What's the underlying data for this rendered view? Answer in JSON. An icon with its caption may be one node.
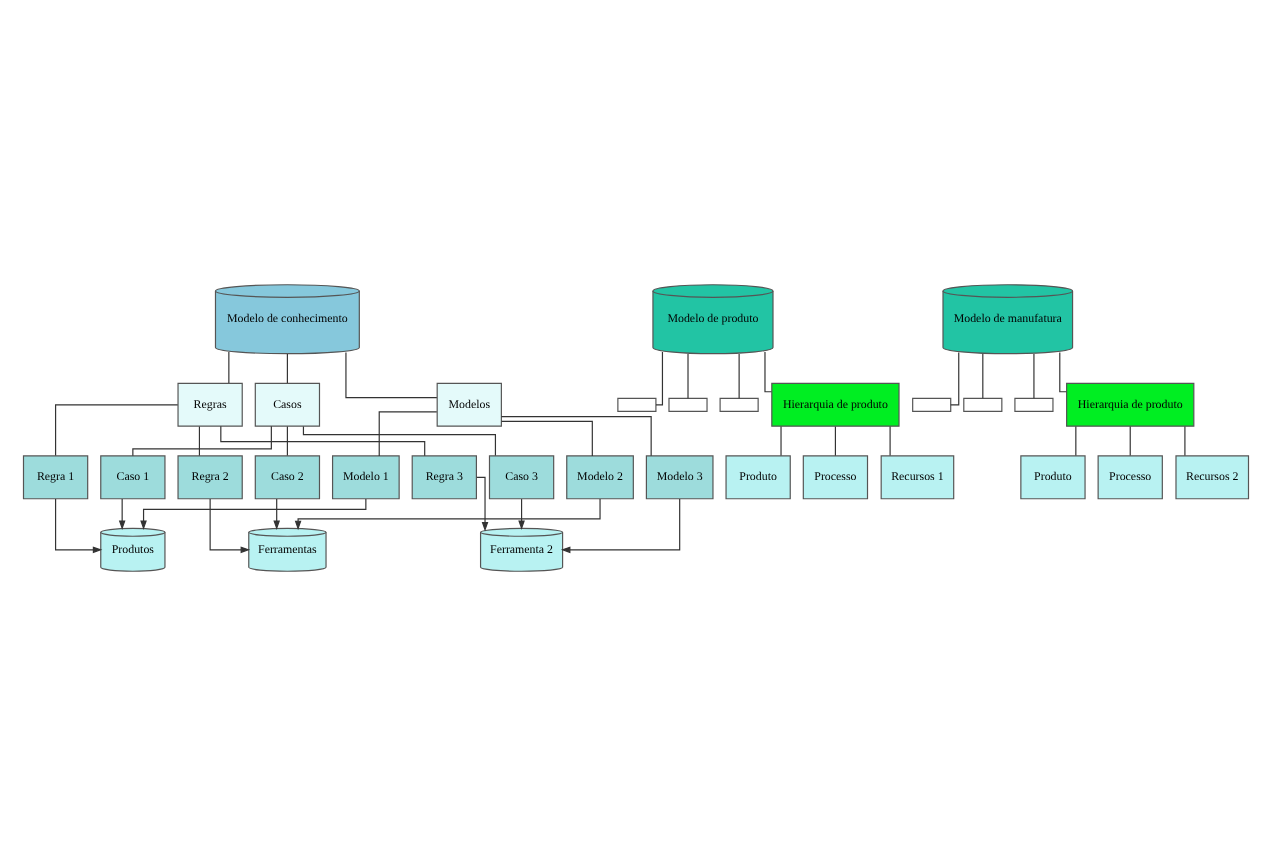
{
  "diagram": {
    "nodes": [
      {
        "text": [
          "Modelo de conhecimento"
        ]
      },
      {
        "text": [
          "Regras"
        ]
      },
      {
        "text": [
          "Casos"
        ]
      },
      {
        "text": [
          "Modelos"
        ]
      },
      {
        "text": [
          "Regra 1"
        ]
      },
      {
        "text": [
          "Regra 2"
        ]
      },
      {
        "text": [
          "Regra 3"
        ]
      },
      {
        "text": [
          "Caso 1"
        ]
      },
      {
        "text": [
          "Caso 2"
        ]
      },
      {
        "text": [
          "Caso 3"
        ]
      },
      {
        "text": [
          "Modelo 1"
        ]
      },
      {
        "text": [
          "Modelo 2"
        ]
      },
      {
        "text": [
          "Modelo 3"
        ]
      },
      {
        "text": [
          "Produtos"
        ]
      },
      {
        "text": [
          "Ferramentas"
        ]
      },
      {
        "text": [
          "Ferramenta 2"
        ]
      },
      {
        "text": [
          "Modelo de produto"
        ]
      },
      {
        "text": [
          "Hierarquia de produto"
        ]
      },
      {
        "text": [
          "Produto"
        ]
      },
      {
        "text": [
          "Processo"
        ]
      },
      {
        "text": [
          "Recursos 1"
        ]
      },
      {
        "text": [
          "Modelo de manufatura"
        ]
      },
      {
        "text": [
          "Hierarquia de produto"
        ]
      },
      {
        "text": [
          "Produto"
        ]
      },
      {
        "text": [
          "Processo"
        ]
      },
      {
        "text": [
          "Recursos 2"
        ]
      },
      {
        "text": [],
        "shape": "box"
      },
      {
        "text": [],
        "shape": "box"
      },
      {
        "text": [],
        "shape": "box"
      },
      {
        "text": [],
        "shape": "box"
      },
      {
        "text": [],
        "shape": "box"
      },
      {
        "text": [],
        "shape": "box"
      }
    ],
    "edges": [
      {
        "from": 0,
        "to": 1,
        "arrow": "none"
      },
      {
        "from": 0,
        "to": 2,
        "arrow": "none"
      },
      {
        "from": 0,
        "to": 3,
        "arrow": "none"
      },
      {
        "from": 1,
        "to": 4,
        "arrow": "none"
      },
      {
        "from": 1,
        "to": 5,
        "arrow": "none"
      },
      {
        "from": 1,
        "to": 6,
        "arrow": "none"
      },
      {
        "from": 2,
        "to": 7,
        "arrow": "none"
      },
      {
        "from": 2,
        "to": 8,
        "arrow": "none"
      },
      {
        "from": 2,
        "to": 9,
        "arrow": "none"
      },
      {
        "from": 3,
        "to": 10,
        "arrow": "none"
      },
      {
        "from": 3,
        "to": 11,
        "arrow": "none"
      },
      {
        "from": 3,
        "to": 12,
        "arrow": "none"
      },
      {
        "from": 4,
        "to": 13,
        "arrow": "to"
      },
      {
        "from": 5,
        "to": 14,
        "arrow": "to"
      },
      {
        "from": 6,
        "to": 15,
        "arrow": "to"
      },
      {
        "from": 7,
        "to": 13,
        "arrow": "to"
      },
      {
        "from": 8,
        "to": 14,
        "arrow": "to"
      },
      {
        "from": 9,
        "to": 15,
        "arrow": "to"
      },
      {
        "from": 10,
        "to": 13,
        "arrow": "to"
      },
      {
        "from": 11,
        "to": 14,
        "arrow": "to"
      },
      {
        "from": 12,
        "to": 15,
        "arrow": "to"
      },
      {
        "from": 16,
        "to": 26,
        "arrow": "none"
      },
      {
        "from": 16,
        "to": 27,
        "arrow": "none"
      },
      {
        "from": 16,
        "to": 28,
        "arrow": "none"
      },
      {
        "from": 16,
        "to": 17,
        "arrow": "none"
      },
      {
        "from": 17,
        "to": 18,
        "arrow": "none"
      },
      {
        "from": 17,
        "to": 19,
        "arrow": "none"
      },
      {
        "from": 17,
        "to": 20,
        "arrow": "none"
      },
      {
        "from": 21,
        "to": 29,
        "arrow": "none"
      },
      {
        "from": 21,
        "to": 30,
        "arrow": "none"
      },
      {
        "from": 21,
        "to": 31,
        "arrow": "none"
      },
      {
        "from": 21,
        "to": 22,
        "arrow": "none"
      },
      {
        "from": 22,
        "to": 23,
        "arrow": "none"
      },
      {
        "from": 22,
        "to": 24,
        "arrow": "none"
      },
      {
        "from": 22,
        "to": 25,
        "arrow": "none"
      }
    ]
  }
}
